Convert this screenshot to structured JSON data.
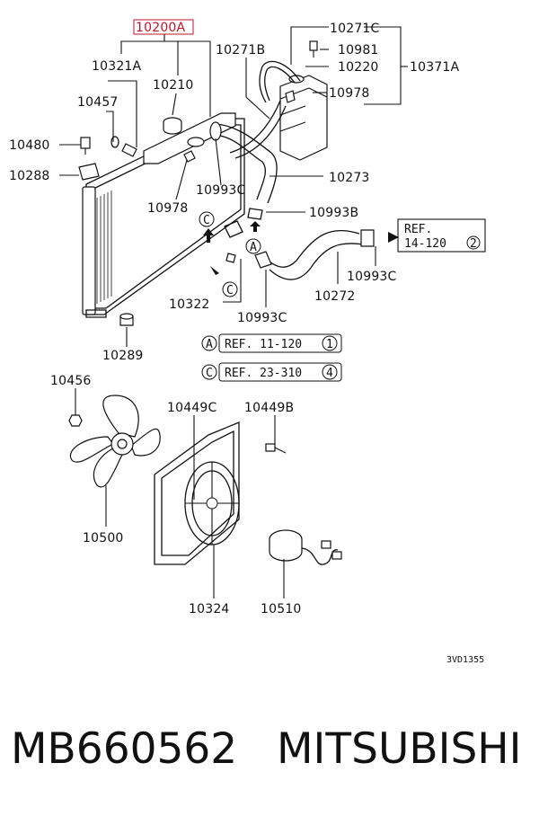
{
  "labels": {
    "radiator_assy": "10200A",
    "l10321A": "10321A",
    "l10210": "10210",
    "l10457": "10457",
    "l10480": "10480",
    "l10288": "10288",
    "l10978a": "10978",
    "l10993Ca": "10993C",
    "l10271B": "10271B",
    "l10271C": "10271C",
    "l10981": "10981",
    "l10220": "10220",
    "l10371A": "10371A",
    "l10978b": "10978",
    "l10273": "10273",
    "l10993B": "10993B",
    "l10993Cb": "10993C",
    "l10272": "10272",
    "l10322": "10322",
    "l10993Cc": "10993C",
    "l10289": "10289",
    "l10456": "10456",
    "l10449C": "10449C",
    "l10449B": "10449B",
    "l10500": "10500",
    "l10324": "10324",
    "l10510": "10510"
  },
  "refs": {
    "ref_right_line1": "REF.",
    "ref_right_line2": "14-120",
    "ref_right_num": "2",
    "ref_a_letter": "A",
    "ref_a_text": "REF. 11-120",
    "ref_a_num": "1",
    "ref_c_letter": "C",
    "ref_c_text": "REF. 23-310",
    "ref_c_num": "4",
    "marker_c1": "C",
    "marker_a": "A",
    "marker_c2": "C"
  },
  "diagram_code": "3VD1355",
  "footer": {
    "part_number": "MB660562",
    "brand": "MITSUBISHI"
  },
  "colors": {
    "line": "#111111",
    "highlight": "#c0142b"
  }
}
